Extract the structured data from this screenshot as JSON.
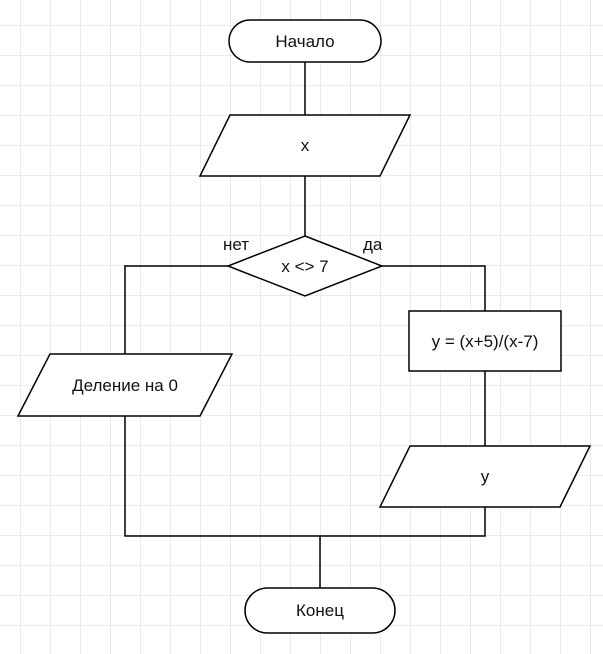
{
  "flowchart": {
    "start": "Начало",
    "input": "x",
    "condition": "x <> 7",
    "branch_no": "нет",
    "branch_yes": "да",
    "no_output": "Деление на 0",
    "process": "y = (x+5)/(x-7)",
    "yes_output": "y",
    "end": "Конец"
  }
}
